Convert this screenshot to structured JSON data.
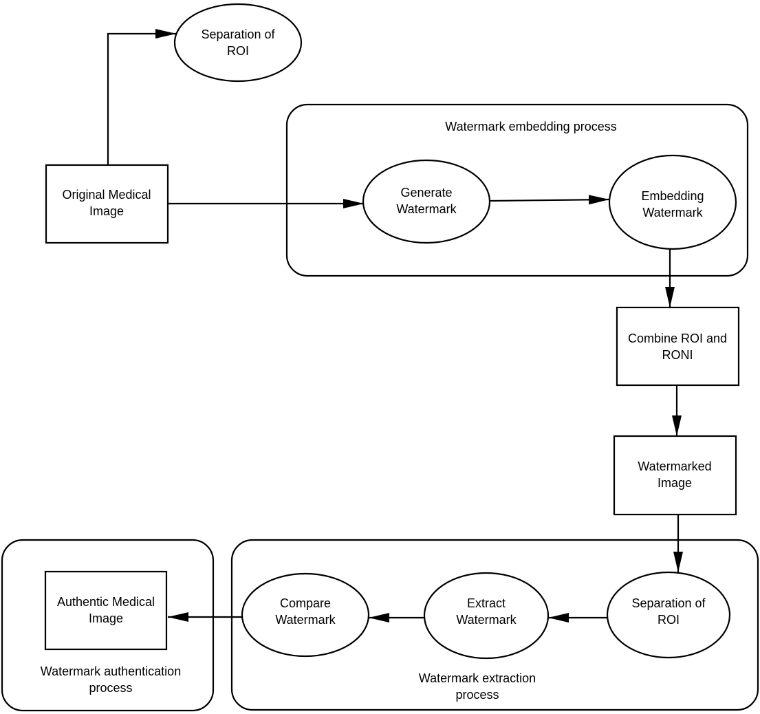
{
  "groups": {
    "embedding": {
      "title": "Watermark embedding process"
    },
    "extraction": {
      "title_line1": "Watermark extraction",
      "title_line2": "process"
    },
    "authentication": {
      "title_line1": "Watermark authentication",
      "title_line2": "process"
    }
  },
  "nodes": {
    "original_image": {
      "line1": "Original Medical",
      "line2": "Image"
    },
    "separation_top": {
      "line1": "Separation of",
      "line2": "ROI"
    },
    "generate_watermark": {
      "line1": "Generate",
      "line2": "Watermark"
    },
    "embedding_watermark": {
      "line1": "Embedding",
      "line2": "Watermark"
    },
    "combine_roi_roni": {
      "line1": "Combine ROI and",
      "line2": "RONI"
    },
    "watermarked_image": {
      "line1": "Watermarked",
      "line2": "Image"
    },
    "separation_bottom": {
      "line1": "Separation of",
      "line2": "ROI"
    },
    "extract_watermark": {
      "line1": "Extract",
      "line2": "Watermark"
    },
    "compare_watermark": {
      "line1": "Compare",
      "line2": "Watermark"
    },
    "authentic_image": {
      "line1": "Authentic Medical",
      "line2": "Image"
    }
  }
}
